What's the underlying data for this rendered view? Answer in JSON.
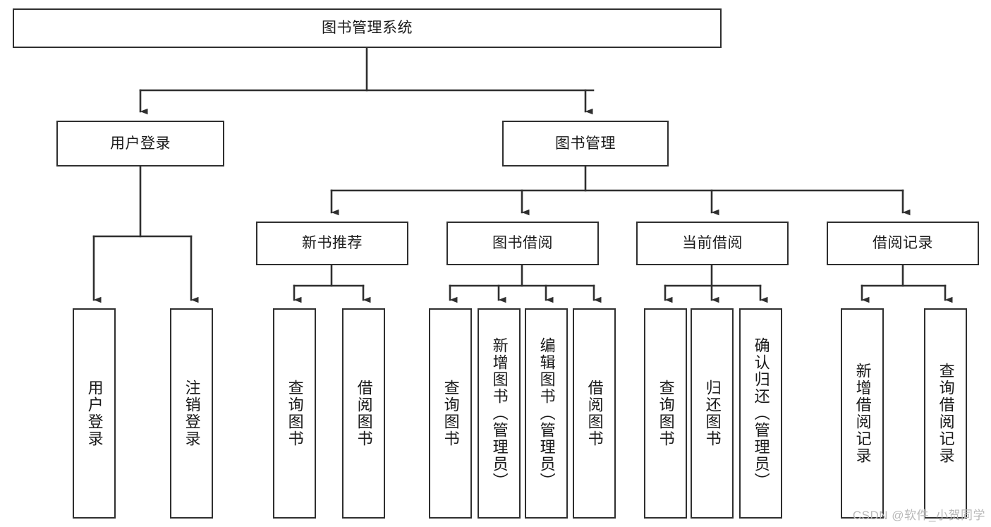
{
  "diagram": {
    "type": "tree-hierarchy",
    "title": "图书管理系统",
    "root": {
      "label": "图书管理系统"
    },
    "level1": [
      {
        "label": "用户登录"
      },
      {
        "label": "图书管理"
      }
    ],
    "level2": [
      {
        "label": "新书推荐",
        "parent": "图书管理"
      },
      {
        "label": "图书借阅",
        "parent": "图书管理"
      },
      {
        "label": "当前借阅",
        "parent": "图书管理"
      },
      {
        "label": "借阅记录",
        "parent": "图书管理"
      }
    ],
    "leaves": {
      "user_login": [
        {
          "label": "用户登录"
        },
        {
          "label": "注销登录"
        }
      ],
      "new_book_recommend": [
        {
          "label": "查询图书"
        },
        {
          "label": "借阅图书"
        }
      ],
      "book_borrow": [
        {
          "label": "查询图书"
        },
        {
          "label": "新增图书（管理员）"
        },
        {
          "label": "编辑图书（管理员）"
        },
        {
          "label": "借阅图书"
        }
      ],
      "current_borrow": [
        {
          "label": "查询图书"
        },
        {
          "label": "归还图书"
        },
        {
          "label": "确认归还（管理员）"
        }
      ],
      "borrow_record": [
        {
          "label": "新增借阅记录"
        },
        {
          "label": "查询借阅记录"
        }
      ]
    }
  },
  "watermark": {
    "text": "CSDN @软件_小贺同学"
  },
  "colors": {
    "stroke": "#2f2f2f",
    "background": "#ffffff",
    "text": "#1a1a1a",
    "watermark": "#b8b8b8"
  }
}
